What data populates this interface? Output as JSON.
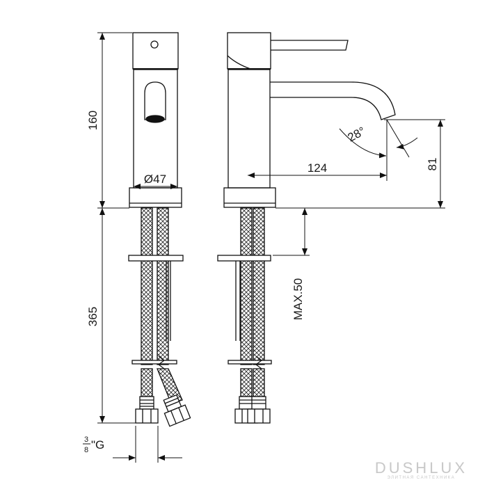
{
  "dimensions": {
    "height_body": "160",
    "height_hoses": "365",
    "diameter": "Ø47",
    "reach": "124",
    "spout_height": "81",
    "angle": "28°",
    "max_thickness": "MAX.50",
    "thread_frac_num": "3",
    "thread_frac_den": "8",
    "thread_unit": "\"G"
  },
  "watermark": {
    "brand": "DUSHLUX",
    "tagline": "элитная сантехника"
  }
}
